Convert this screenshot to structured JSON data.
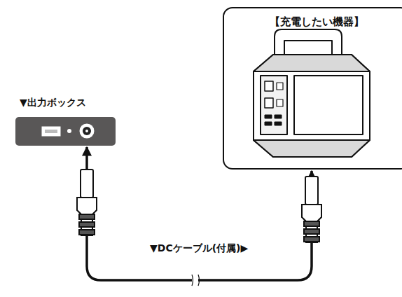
{
  "diagram": {
    "nodes": [
      {
        "text": [
          "【充電したい機器】"
        ]
      },
      {
        "text": [
          "▼出力ボックス"
        ]
      }
    ],
    "edges": [
      {
        "from": 1,
        "to": 0,
        "arrow": "both",
        "label": "▼DCケーブル(付属)▶"
      }
    ]
  }
}
